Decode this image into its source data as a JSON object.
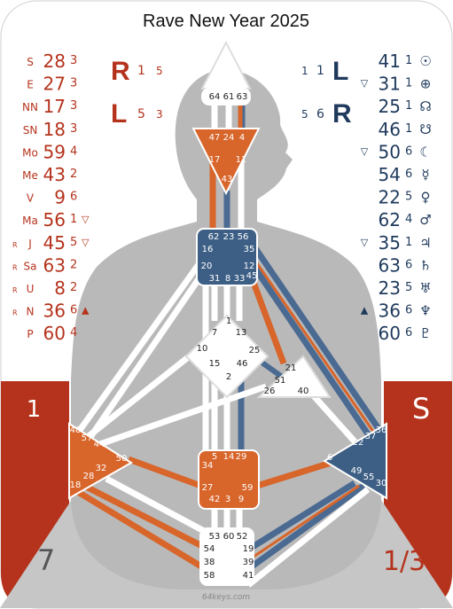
{
  "title": "Rave New Year 2025",
  "watermark": "64keys.com",
  "corner_labels": {
    "left_mid": "1",
    "right_mid": "S",
    "bottom_left": "7",
    "bottom_right": "1/3"
  },
  "variables": {
    "left": {
      "top_letter": "R",
      "top_a": "1",
      "top_b": "5",
      "bottom_letter": "L",
      "bottom_a": "5",
      "bottom_b": "3"
    },
    "right": {
      "top_a": "1",
      "top_b": "1",
      "top_letter": "L",
      "bottom_a": "5",
      "bottom_b": "6",
      "bottom_letter": "R"
    }
  },
  "design_column": [
    {
      "planet": "S",
      "gate": "28",
      "line": "3",
      "pre": "",
      "mark": ""
    },
    {
      "planet": "E",
      "gate": "27",
      "line": "3",
      "pre": "",
      "mark": ""
    },
    {
      "planet": "NN",
      "gate": "17",
      "line": "3",
      "pre": "",
      "mark": ""
    },
    {
      "planet": "SN",
      "gate": "18",
      "line": "3",
      "pre": "",
      "mark": ""
    },
    {
      "planet": "Mo",
      "gate": "59",
      "line": "4",
      "pre": "",
      "mark": ""
    },
    {
      "planet": "Me",
      "gate": "43",
      "line": "2",
      "pre": "",
      "mark": ""
    },
    {
      "planet": "V",
      "gate": "9",
      "line": "6",
      "pre": "",
      "mark": ""
    },
    {
      "planet": "Ma",
      "gate": "56",
      "line": "1",
      "pre": "",
      "mark": "▽"
    },
    {
      "planet": "J",
      "gate": "45",
      "line": "5",
      "pre": "R",
      "mark": "▽"
    },
    {
      "planet": "Sa",
      "gate": "63",
      "line": "2",
      "pre": "R",
      "mark": ""
    },
    {
      "planet": "U",
      "gate": "8",
      "line": "2",
      "pre": "R",
      "mark": ""
    },
    {
      "planet": "N",
      "gate": "36",
      "line": "6",
      "pre": "R",
      "mark": "▲"
    },
    {
      "planet": "P",
      "gate": "60",
      "line": "4",
      "pre": "",
      "mark": ""
    }
  ],
  "personality_column": [
    {
      "gate": "41",
      "line": "1",
      "symbol": "☉",
      "pre": ""
    },
    {
      "gate": "31",
      "line": "1",
      "symbol": "⊕",
      "pre": "▽"
    },
    {
      "gate": "25",
      "line": "1",
      "symbol": "☊",
      "pre": ""
    },
    {
      "gate": "46",
      "line": "1",
      "symbol": "☋",
      "pre": ""
    },
    {
      "gate": "50",
      "line": "6",
      "symbol": "☾",
      "pre": "▽"
    },
    {
      "gate": "54",
      "line": "6",
      "symbol": "☿",
      "pre": ""
    },
    {
      "gate": "22",
      "line": "5",
      "symbol": "♀",
      "pre": ""
    },
    {
      "gate": "62",
      "line": "4",
      "symbol": "♂",
      "pre": ""
    },
    {
      "gate": "35",
      "line": "1",
      "symbol": "♃",
      "pre": "▽"
    },
    {
      "gate": "63",
      "line": "6",
      "symbol": "♄",
      "pre": ""
    },
    {
      "gate": "23",
      "line": "5",
      "symbol": "♅",
      "pre": ""
    },
    {
      "gate": "36",
      "line": "6",
      "symbol": "♆",
      "pre": "▲"
    },
    {
      "gate": "60",
      "line": "6",
      "symbol": "♇",
      "pre": ""
    }
  ],
  "colors": {
    "design": "#b5331c",
    "personality": "#1f3a5c",
    "orange_center": "#d8652a",
    "blue_center": "#3d5f85",
    "channel_orange": "#d8652a",
    "channel_blue": "#4a6a92",
    "silhouette": "#bdbdbd"
  },
  "centers": {
    "head": {
      "gates": [
        "64",
        "61",
        "63"
      ]
    },
    "ajna": {
      "gates": [
        "47",
        "24",
        "4",
        "17",
        "11",
        "43"
      ]
    },
    "throat": {
      "gates": [
        "62",
        "23",
        "56",
        "16",
        "35",
        "20",
        "12",
        "31",
        "8",
        "33",
        "45"
      ]
    },
    "g": {
      "gates": [
        "7",
        "1",
        "13",
        "10",
        "25",
        "15",
        "46",
        "2"
      ]
    },
    "heart": {
      "gates": [
        "21",
        "51",
        "26",
        "40"
      ]
    },
    "spleen": {
      "gates": [
        "48",
        "57",
        "44",
        "50",
        "32",
        "28",
        "18"
      ]
    },
    "sacral": {
      "gates": [
        "5",
        "14",
        "29",
        "34",
        "27",
        "59",
        "42",
        "3",
        "9"
      ]
    },
    "solar_plexus": {
      "gates": [
        "36",
        "37",
        "22",
        "6",
        "49",
        "55",
        "30"
      ]
    },
    "root": {
      "gates": [
        "53",
        "60",
        "52",
        "54",
        "19",
        "38",
        "39",
        "58",
        "41"
      ]
    }
  }
}
